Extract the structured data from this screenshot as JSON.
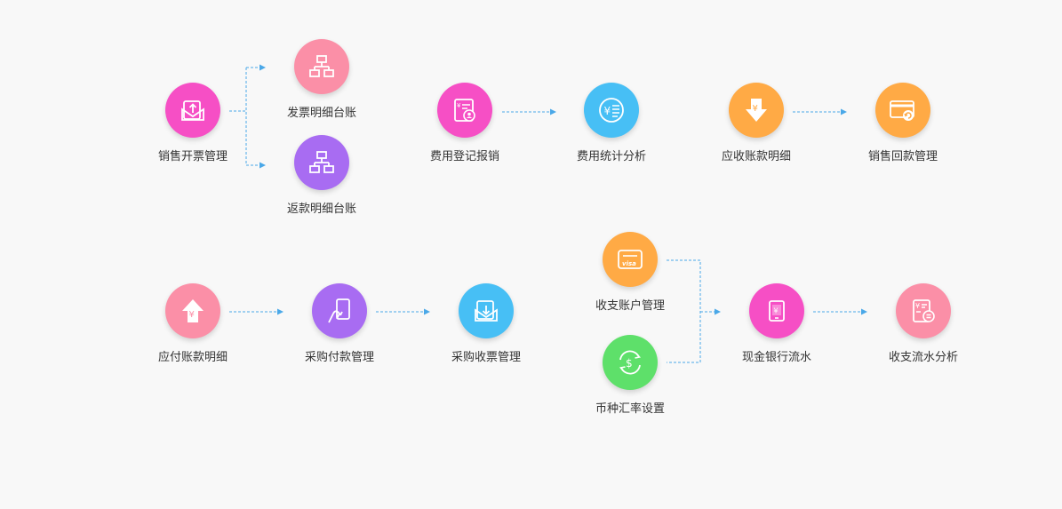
{
  "colors": {
    "magenta": "#f64fc5",
    "pink": "#fb8fa7",
    "purple": "#a86cf2",
    "cyan": "#47bff5",
    "orange": "#ffaa45",
    "green": "#5ee06a",
    "connector": "#4aa8e8"
  },
  "nodes": {
    "sales_invoice": {
      "label": "销售开票管理",
      "icon": "invoice-send-icon",
      "color": "magenta"
    },
    "invoice_ledger": {
      "label": "发票明细台账",
      "icon": "hierarchy-icon",
      "color": "pink"
    },
    "refund_ledger": {
      "label": "返款明细台账",
      "icon": "hierarchy-icon",
      "color": "purple"
    },
    "expense_register": {
      "label": "费用登记报销",
      "icon": "expense-form-icon",
      "color": "magenta"
    },
    "expense_analysis": {
      "label": "费用统计分析",
      "icon": "yen-list-icon",
      "color": "cyan"
    },
    "receivable_detail": {
      "label": "应收账款明细",
      "icon": "yen-down-arrow-icon",
      "color": "orange"
    },
    "sales_collection": {
      "label": "销售回款管理",
      "icon": "card-refresh-icon",
      "color": "orange"
    },
    "payable_detail": {
      "label": "应付账款明细",
      "icon": "yen-up-arrow-icon",
      "color": "pink"
    },
    "purchase_payment": {
      "label": "采购付款管理",
      "icon": "payment-hand-icon",
      "color": "purple"
    },
    "purchase_invoice": {
      "label": "采购收票管理",
      "icon": "invoice-receive-icon",
      "color": "cyan"
    },
    "account_management": {
      "label": "收支账户管理",
      "icon": "visa-card-icon",
      "color": "orange"
    },
    "currency_rate": {
      "label": "币种汇率设置",
      "icon": "dollar-cycle-icon",
      "color": "green"
    },
    "cash_bank_flow": {
      "label": "现金银行流水",
      "icon": "yen-tablet-icon",
      "color": "magenta"
    },
    "flow_analysis": {
      "label": "收支流水分析",
      "icon": "yen-calculator-icon",
      "color": "pink"
    }
  }
}
